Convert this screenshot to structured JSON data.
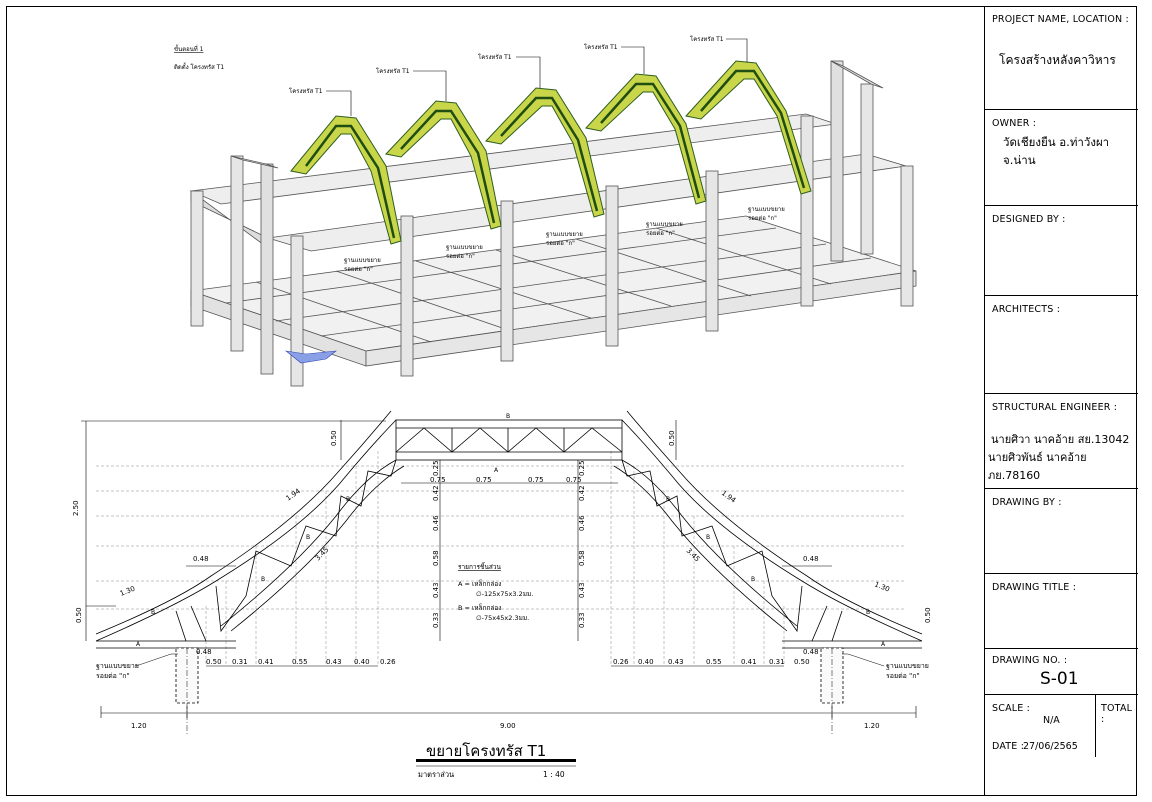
{
  "drawing": {
    "view_title": "ขยายโครงทรัส T1",
    "scale_label": "มาตราส่วน",
    "scale_value": "1 : 40",
    "step_label": "ขั้นตอนที่ 1",
    "step_desc": "ติดตั้ง โครงทรัส T1",
    "truss_tag": "โครงทรัส T1",
    "support_line1": "ฐานแบบขยาย",
    "support_line2": "รอยต่อ \"ก\"",
    "legend": {
      "title": "รายการชิ้นส่วน",
      "a_line1": "A = เหล็กกล่อง",
      "a_line2": "∅-125x75x3.2มม.",
      "b_line1": "B = เหล็กกล่อง",
      "b_line2": "∅-75x45x2.3มม."
    },
    "dims": {
      "overall_height": "2.50",
      "top_height": "0.50",
      "eave_height": "0.50",
      "top_panels": [
        "0.75",
        "0.75",
        "0.75",
        "0.75"
      ],
      "bottom_left": [
        "0.50",
        "0.31",
        "0.41",
        "0.55",
        "0.43",
        "0.40",
        "0.26"
      ],
      "bottom_right": [
        "0.26",
        "0.40",
        "0.43",
        "0.55",
        "0.41",
        "0.31",
        "0.50"
      ],
      "vert_left": [
        "0.25",
        "0.42",
        "0.46",
        "0.58",
        "0.43",
        "0.33"
      ],
      "vert_right": [
        "0.25",
        "0.42",
        "0.46",
        "0.58",
        "0.43",
        "0.33"
      ],
      "overhang": "1.20",
      "span": "9.00",
      "eave_len": "1.30",
      "eave_top": "0.48",
      "eave_bottom": "0.48",
      "arc_len": "1.94",
      "slope_len": "3.45",
      "end_post": "0.50"
    }
  },
  "titleblock": {
    "project_label": "PROJECT NAME, LOCATION :",
    "project_value": "โครงสร้างหลังคาวิหาร",
    "owner_label": "OWNER :",
    "owner_value": "วัดเชียงยืน อ.ท่าวังผา จ.น่าน",
    "designed_label": "DESIGNED BY :",
    "architects_label": "ARCHITECTS :",
    "structural_label": "STRUCTURAL ENGINEER :",
    "engineer1": "นายศิวา นาคอ้าย สย.13042",
    "engineer2": "นายศิวพันธ์ นาคอ้าย ภย.78160",
    "drawing_by_label": "DRAWING BY :",
    "drawing_title_label": "DRAWING TITLE :",
    "drawing_no_label": "DRAWING NO. :",
    "drawing_no_value": "S-01",
    "scale_label": "SCALE :",
    "scale_value": "N/A",
    "total_label": "TOTAL :",
    "date_label": "DATE :",
    "date_value": "27/06/2565"
  }
}
